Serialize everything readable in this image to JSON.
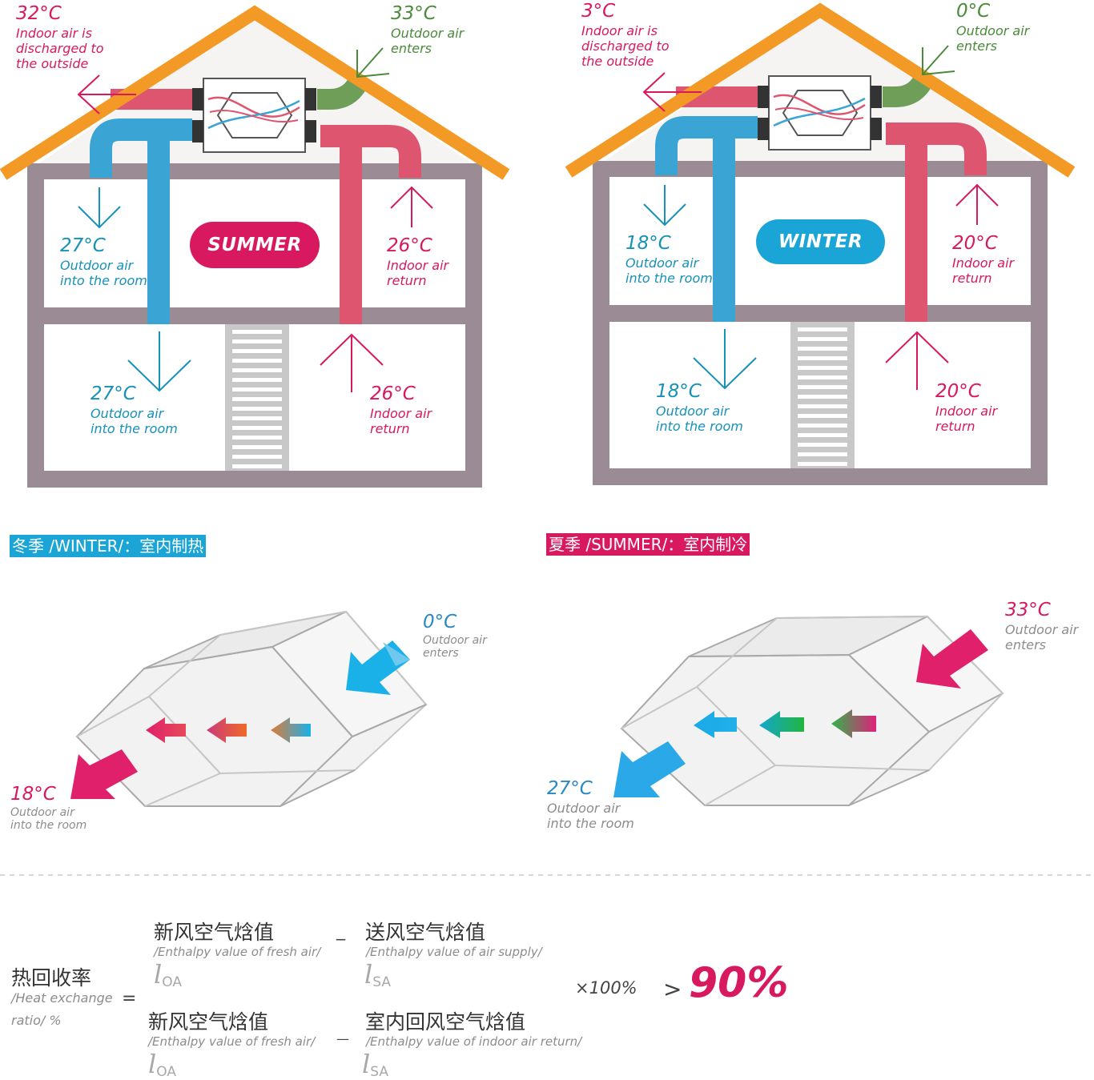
{
  "colors": {
    "roof": "#f39a26",
    "attic": "#f6f3f3",
    "wall": "#9b8b95",
    "room": "#ffffff",
    "pink_duct": "#de5570",
    "blue_duct": "#3aa4d4",
    "green_duct": "#6e9e58",
    "pink_text": "#d8195f",
    "green_text": "#4a8a3a",
    "teal_text": "#1691b9",
    "winter_bar": "#1aa5d6",
    "summer_bar": "#d8195f",
    "stairs": "#c8c8c8"
  },
  "summer_house": {
    "badge": "SUMMER",
    "exhaust": {
      "temp": "32°C",
      "lines": [
        "Indoor air is",
        "discharged to",
        "the outside"
      ]
    },
    "intake": {
      "temp": "33°C",
      "lines": [
        "Outdoor air",
        "enters"
      ]
    },
    "upper_supply": {
      "temp": "27°C",
      "lines": [
        "Outdoor air",
        "into the room"
      ]
    },
    "upper_return": {
      "temp": "26°C",
      "lines": [
        "Indoor air",
        "return"
      ]
    },
    "lower_supply": {
      "temp": "27°C",
      "lines": [
        "Outdoor air",
        "into the room"
      ]
    },
    "lower_return": {
      "temp": "26°C",
      "lines": [
        "Indoor air",
        "return"
      ]
    }
  },
  "winter_house": {
    "badge": "WINTER",
    "exhaust": {
      "temp": "3°C",
      "lines": [
        "Indoor air is",
        "discharged to",
        "the outside"
      ]
    },
    "intake": {
      "temp": "0°C",
      "lines": [
        "Outdoor air",
        "enters"
      ]
    },
    "upper_supply": {
      "temp": "18°C",
      "lines": [
        "Outdoor air",
        "into the room"
      ]
    },
    "upper_return": {
      "temp": "20°C",
      "lines": [
        "Indoor air",
        "return"
      ]
    },
    "lower_supply": {
      "temp": "18°C",
      "lines": [
        "Outdoor air",
        "into the room"
      ]
    },
    "lower_return": {
      "temp": "20°C",
      "lines": [
        "Indoor air",
        "return"
      ]
    }
  },
  "winter_core": {
    "heading": "冬季 /WINTER/：室内制热",
    "intake": {
      "temp": "0°C",
      "lines": [
        "Outdoor air",
        "enters"
      ]
    },
    "output": {
      "temp": "18°C",
      "lines": [
        "Outdoor air",
        "into the room"
      ]
    }
  },
  "summer_core": {
    "heading": "夏季 /SUMMER/：室内制冷",
    "intake": {
      "temp": "33°C",
      "lines": [
        "Outdoor air",
        "enters"
      ]
    },
    "output": {
      "temp": "27°C",
      "lines": [
        "Outdoor air",
        "into the room"
      ]
    }
  },
  "formula": {
    "lhs_cn": "热回收率",
    "lhs_en_1": "/Heat exchange",
    "lhs_en_2": "ratio/ %",
    "equals": "=",
    "num_left_cn": "新风空气焓值",
    "num_left_en": "/Enthalpy value of fresh air/",
    "num_left_sym": "l",
    "num_left_sub": "OA",
    "num_minus": "_",
    "num_right_cn": "送风空气焓值",
    "num_right_en": "/Enthalpy value of air supply/",
    "num_right_sym": "l",
    "num_right_sub": "SA",
    "den_left_cn": "新风空气焓值",
    "den_left_en": "/Enthalpy value of fresh air/",
    "den_left_sym": "l",
    "den_left_sub": "OA",
    "den_minus": "—",
    "den_right_cn": "室内回风空气焓值",
    "den_right_en": "/Enthalpy value of indoor air return/",
    "den_right_sym": "l",
    "den_right_sub": "SA",
    "times": "×100%",
    "greater": ">",
    "result": "90%"
  }
}
